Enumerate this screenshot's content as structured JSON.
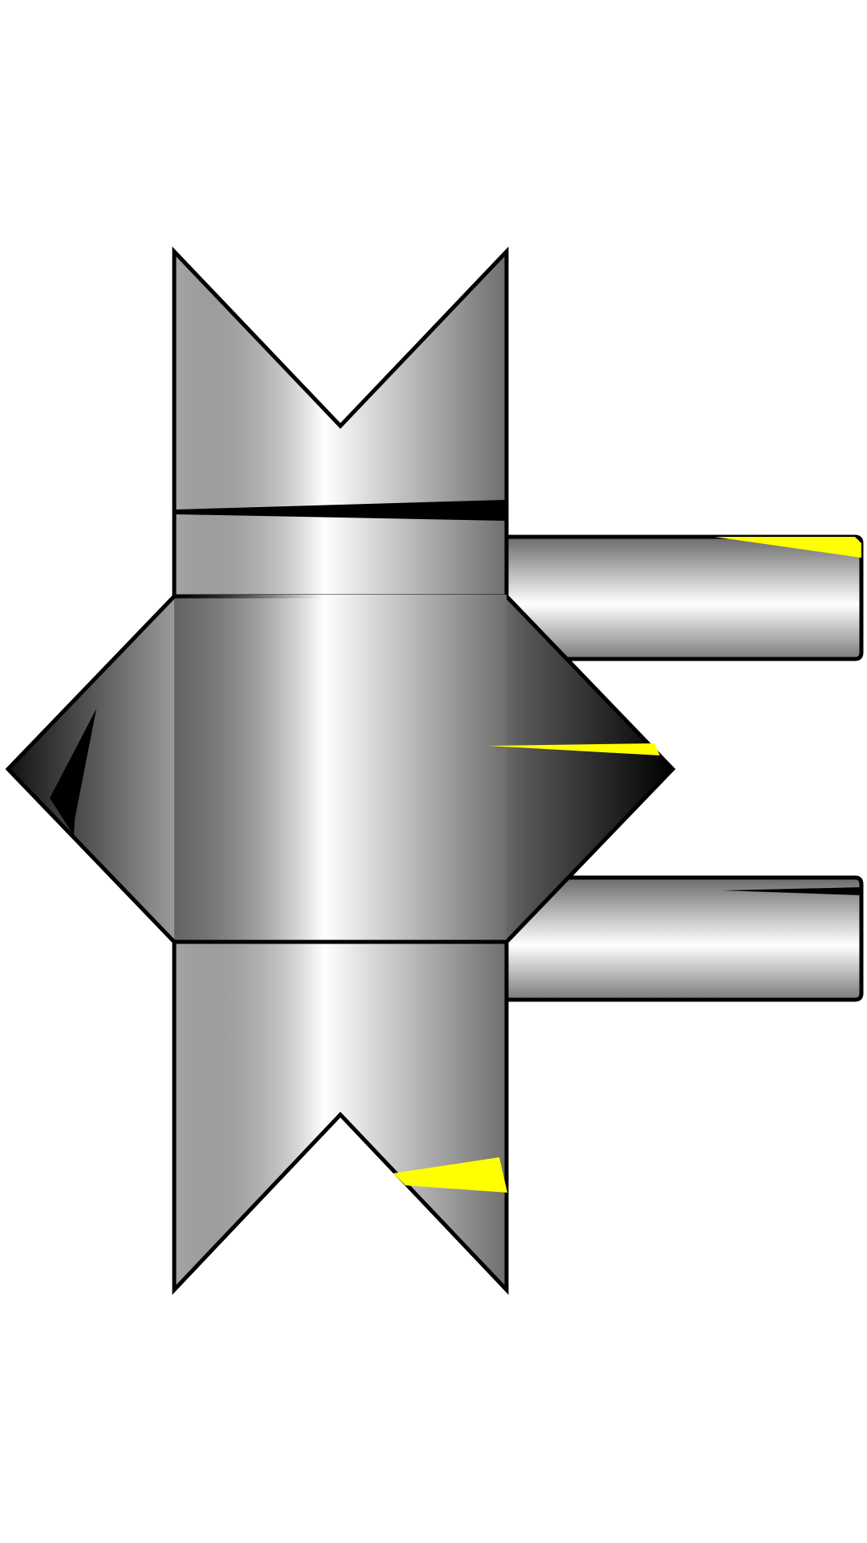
{
  "colors": {
    "background": "#ffffff",
    "outline": "#000000",
    "metal_light": "#ffffff",
    "metal_mid": "#c8c8c8",
    "metal_dark": "#000000",
    "highlight": "#ffff00"
  },
  "parts": [
    {
      "name": "double-notched-body",
      "type": "metal-body"
    },
    {
      "name": "central-diamond-flange",
      "type": "metal-flange"
    },
    {
      "name": "upper-side-pipe",
      "type": "pipe"
    },
    {
      "name": "lower-side-pipe",
      "type": "pipe"
    },
    {
      "name": "upper-seam-line",
      "type": "seam"
    },
    {
      "name": "yellow-reflections",
      "type": "highlight"
    }
  ]
}
